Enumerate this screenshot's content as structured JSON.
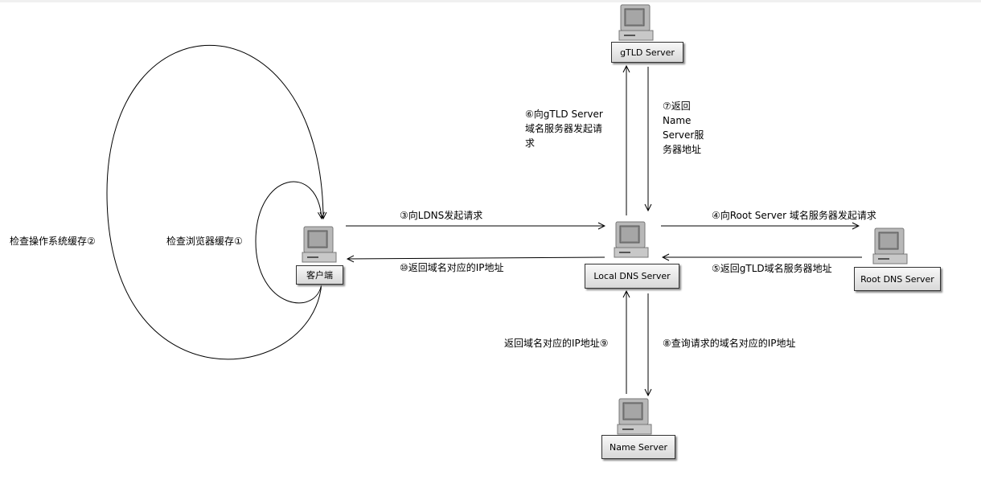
{
  "nodes": {
    "gtld": "gTLD Server",
    "client": "客户端",
    "local_dns": "Local DNS Server",
    "root_dns": "Root DNS Server",
    "name_server": "Name Server"
  },
  "labels": {
    "os_cache": "检查操作系统缓存②",
    "browser_cache": "检查浏览器缓存①",
    "step3": "③向LDNS发起请求",
    "step10": "⑩返回域名对应的IP地址",
    "step6": "⑥向gTLD Server 域名服务器发起请求",
    "step7": "⑦返回Name Server服务器地址",
    "step4": "④向Root Server 域名服务器发起请求",
    "step5": "⑤返回gTLD域名服务器地址",
    "step9": "返回域名对应的IP地址⑨",
    "step8": "⑧查询请求的域名对应的IP地址"
  },
  "icons": {
    "node": "computer-icon"
  },
  "colors": {
    "line": "#000000",
    "box_fill": "#e6e6e6"
  }
}
